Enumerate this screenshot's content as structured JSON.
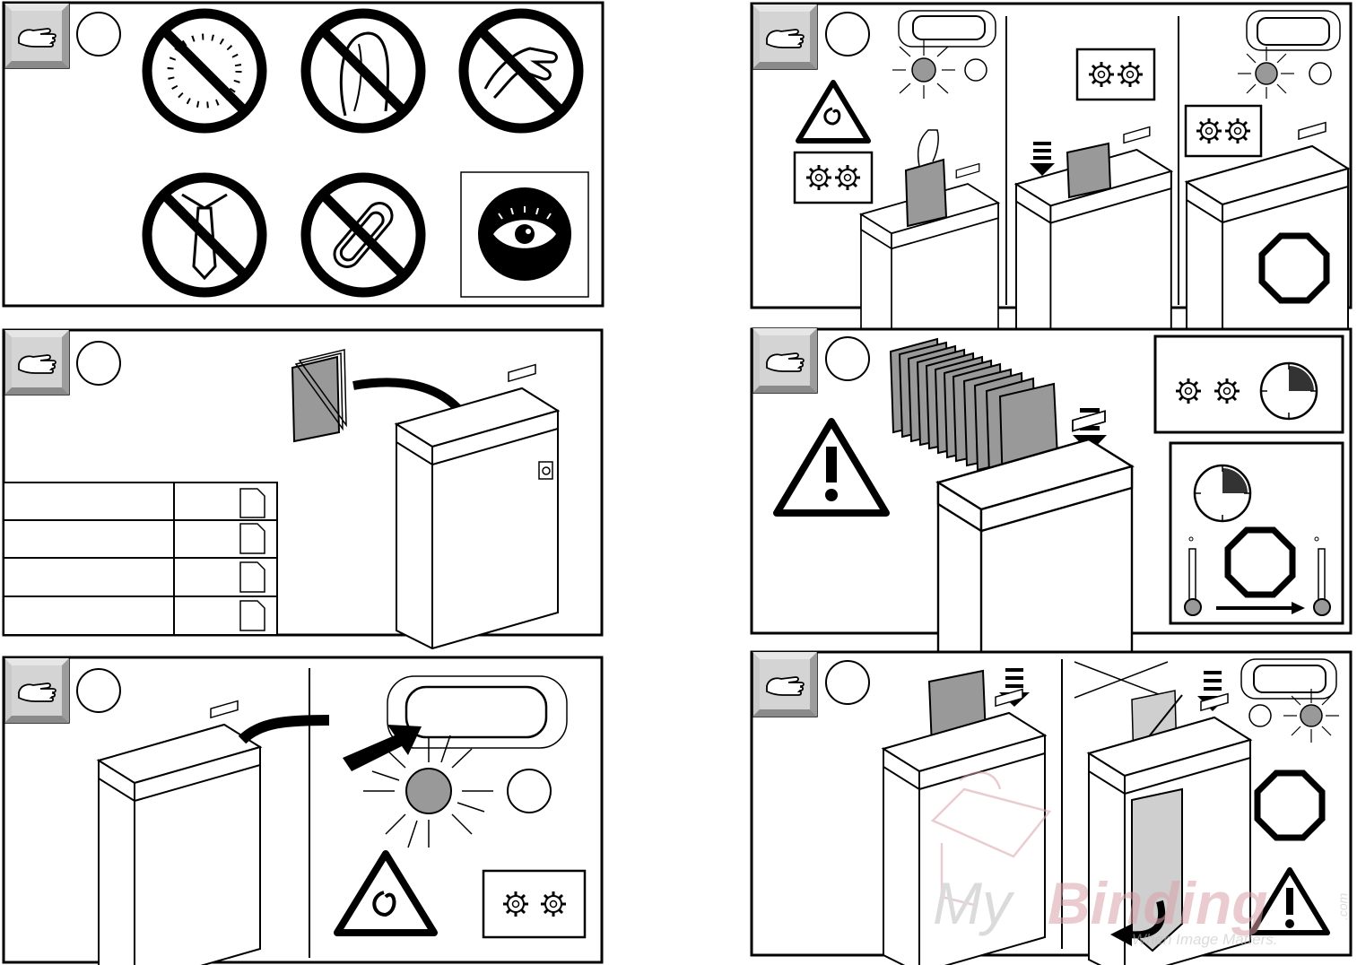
{
  "panels": [
    {
      "id": "panel-1",
      "content": "prohibition-signs"
    },
    {
      "id": "panel-2",
      "content": "paper-capacity-table"
    },
    {
      "id": "panel-3",
      "content": "switch-on"
    },
    {
      "id": "panel-4",
      "content": "feeding-single-sheet"
    },
    {
      "id": "panel-5",
      "content": "overload-cooling"
    },
    {
      "id": "panel-6",
      "content": "bin-full"
    }
  ],
  "icons": [
    "hand-icon",
    "step-circle-icon",
    "no-necklace-sign",
    "no-long-hair-sign",
    "no-hands-sign",
    "no-tie-sign",
    "no-paperclip-sign",
    "eye-protection-sign",
    "crush-warning-icon",
    "gears-icon",
    "stop-octagon-icon",
    "warning-triangle-icon",
    "clock-icon",
    "thermometer-icon",
    "shredder-icon"
  ],
  "colors": {
    "stroke": "#000000",
    "fill_light": "#ffffff",
    "fill_gray": "#999999",
    "frame_gray": "#cfcfcf",
    "watermark": "#d9a3aa"
  },
  "watermark": {
    "brand_my": "My",
    "brand_binding": "Binding",
    "brand_com": ".com",
    "tagline": "When Image Matters."
  }
}
